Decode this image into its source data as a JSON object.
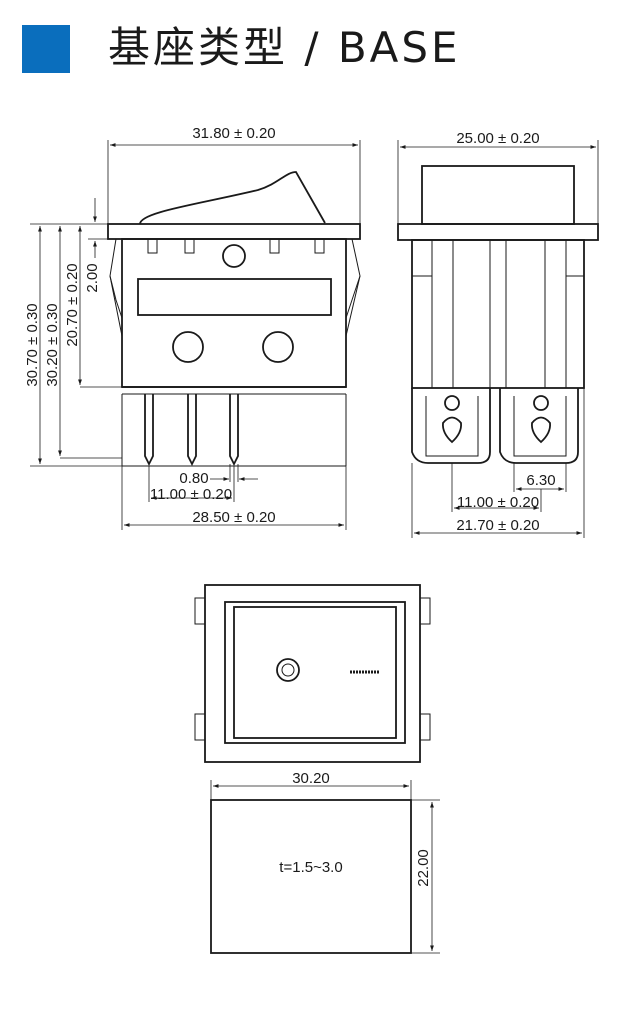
{
  "header": {
    "title": "基座类型 / BASE",
    "accent_color": "#0A6EBD"
  },
  "front_view": {
    "width_label": "31.80 ± 0.20",
    "height_total_label": "30.70 ± 0.30",
    "height_body_label": "30.20 ± 0.30",
    "height_inner_label": "20.70 ± 0.20",
    "flange_label": "2.00",
    "pin_width_label": "0.80",
    "pin_pitch_label": "11.00 ± 0.20",
    "base_width_label": "28.50 ± 0.20"
  },
  "side_view": {
    "width_label": "25.00 ± 0.20",
    "terminal_width_label": "6.30",
    "terminal_pitch_label": "11.00 ± 0.20",
    "base_width_label": "21.70 ± 0.20"
  },
  "cutout": {
    "width_label": "30.20",
    "height_label": "22.00",
    "thickness_label": "t=1.5~3.0"
  }
}
